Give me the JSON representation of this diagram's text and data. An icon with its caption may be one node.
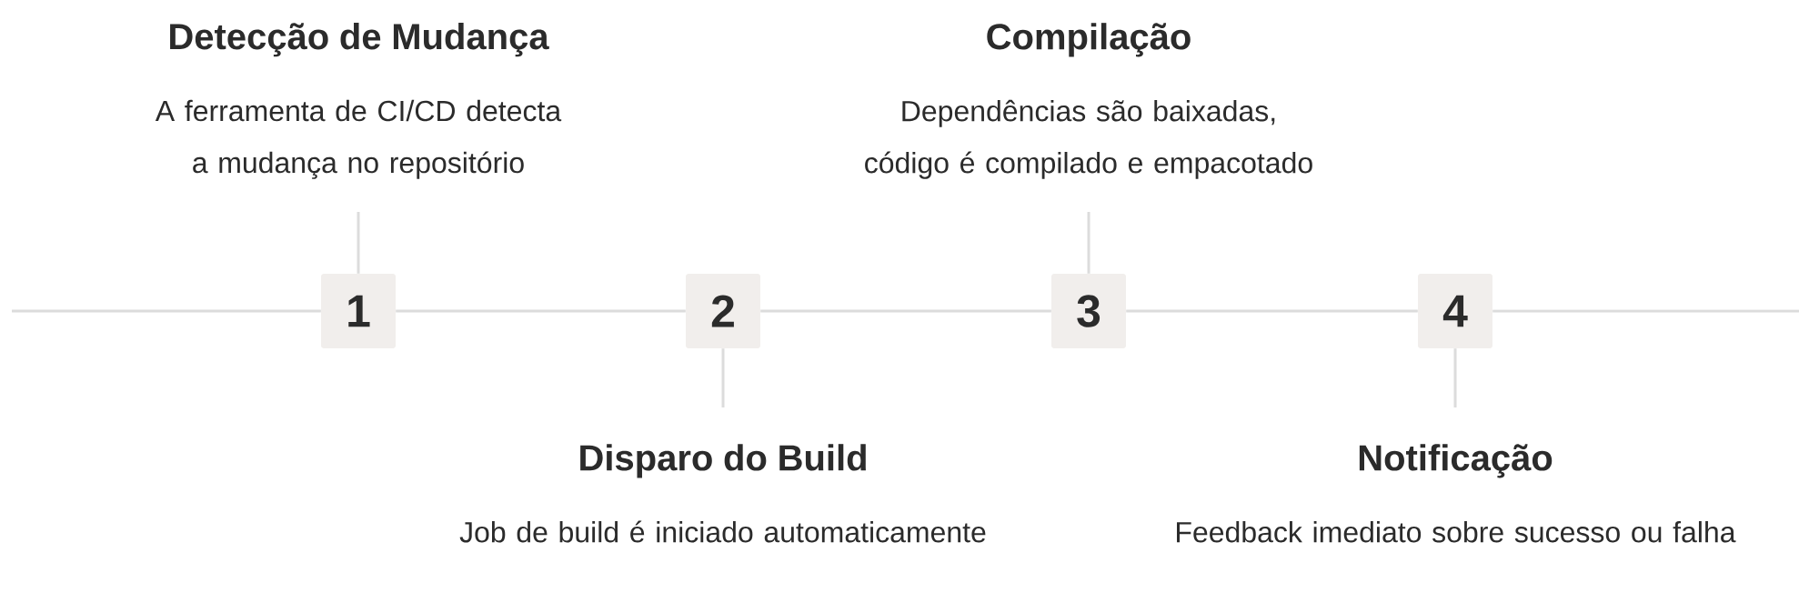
{
  "diagram": {
    "nodes": [
      {
        "text": [
          "1"
        ]
      },
      {
        "text": [
          "Detecção de Mudança",
          "A ferramenta de CI/CD detecta a mudança no repositório"
        ]
      },
      {
        "text": [
          "2"
        ]
      },
      {
        "text": [
          "Disparo do Build",
          "Job de build é iniciado automaticamente"
        ]
      },
      {
        "text": [
          "3"
        ]
      },
      {
        "text": [
          "Compilação",
          "Dependências são baixadas, código é compilado e empacotado"
        ]
      },
      {
        "text": [
          "4"
        ]
      },
      {
        "text": [
          "Notificação",
          "Feedback imediato sobre sucesso ou falha"
        ]
      }
    ],
    "edges": [
      {
        "from": null,
        "to": 0,
        "arrow": "none"
      },
      {
        "from": 0,
        "to": 2,
        "arrow": "none"
      },
      {
        "from": 2,
        "to": 4,
        "arrow": "none"
      },
      {
        "from": 4,
        "to": 6,
        "arrow": "none"
      },
      {
        "from": 6,
        "to": null,
        "arrow": "none"
      },
      {
        "from": 0,
        "to": 1,
        "arrow": "none"
      },
      {
        "from": 2,
        "to": 3,
        "arrow": "none"
      },
      {
        "from": 4,
        "to": 5,
        "arrow": "none"
      },
      {
        "from": 6,
        "to": 7,
        "arrow": "none"
      }
    ]
  }
}
